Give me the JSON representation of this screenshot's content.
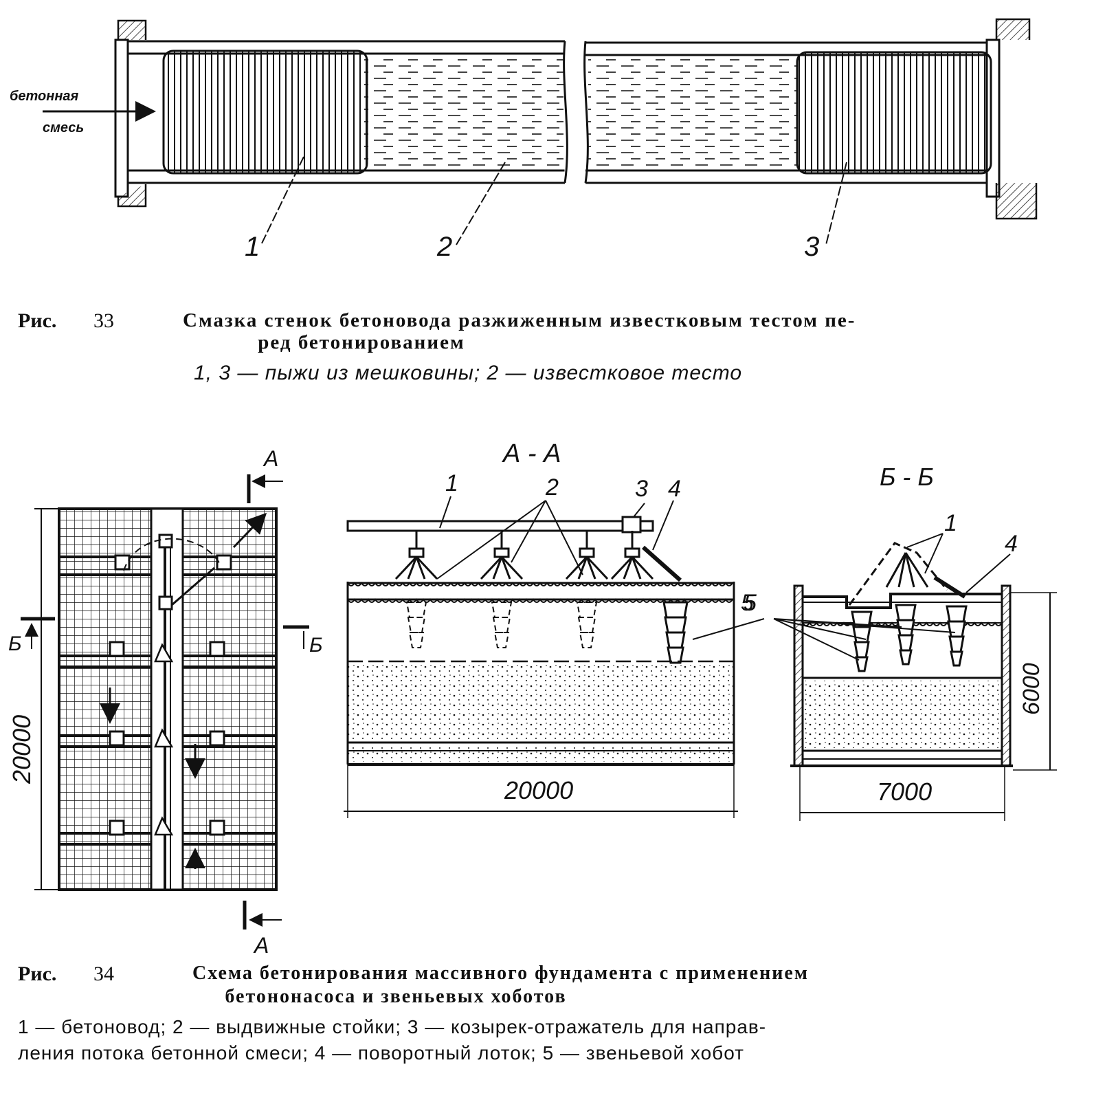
{
  "fig33": {
    "inlet_label_1": "бетонная",
    "inlet_label_2": "смесь",
    "callouts": [
      "1",
      "2",
      "3"
    ],
    "fig_label": "Рис.",
    "fig_number": "33",
    "title_line1": "Смазка стенок бетоновода разжиженным известковым тестом пе-",
    "title_line2": "ред бетонированием",
    "legend": "1, 3 — пыжи из мешковины; 2 — известковое тесто"
  },
  "fig34": {
    "plan": {
      "section_a_top": "А",
      "section_a_bottom": "А",
      "section_b_left": "Б",
      "section_b_right": "Б",
      "dimension": "20000"
    },
    "section_aa": {
      "title": "А - А",
      "callouts": [
        "1",
        "2",
        "3",
        "4",
        "5"
      ],
      "dimension": "20000"
    },
    "section_bb": {
      "title": "Б - Б",
      "callouts": [
        "1",
        "4",
        "5"
      ],
      "dimension_width": "7000",
      "dimension_height": "6000"
    },
    "fig_label": "Рис.",
    "fig_number": "34",
    "title_line1": "Схема бетонирования массивного фундамента с применением",
    "title_line2": "бетононасоса и звеньевых хоботов",
    "legend_line1": "1 — бетоновод; 2 — выдвижные стойки; 3 — козырек-отражатель для направ-",
    "legend_line2": "ления потока бетонной смеси; 4 — поворотный лоток; 5 — звеньевой хобот"
  }
}
